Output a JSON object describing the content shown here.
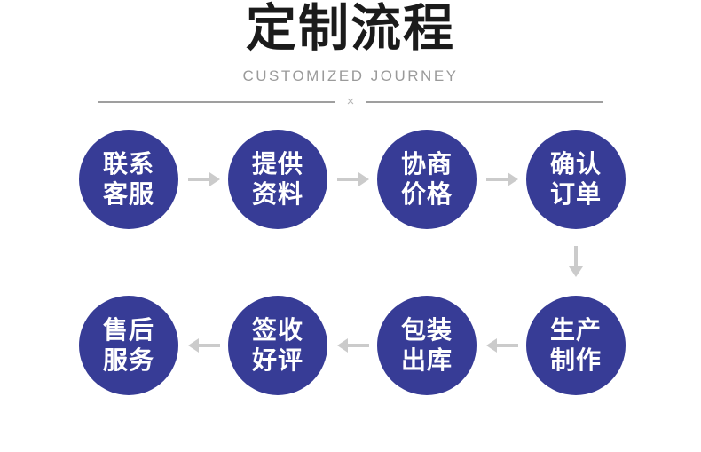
{
  "header": {
    "title": "定制流程",
    "subtitle": "CUSTOMIZED JOURNEY",
    "divider_mark": "×"
  },
  "colors": {
    "circle": "#373C96",
    "arrow": "#CBCBCB",
    "title": "#1B1B1B",
    "subtitle": "#9A9A9A",
    "divider": "#9F9F9F",
    "divider_mark": "#B5B5B5",
    "circle_text": "#FFFFFF"
  },
  "flow": {
    "top_row": [
      {
        "name": "contact-service",
        "line1": "联系",
        "line2": "客服"
      },
      {
        "name": "provide-materials",
        "line1": "提供",
        "line2": "资料"
      },
      {
        "name": "negotiate-price",
        "line1": "协商",
        "line2": "价格"
      },
      {
        "name": "confirm-order",
        "line1": "确认",
        "line2": "订单"
      }
    ],
    "bottom_row": [
      {
        "name": "after-sales-service",
        "line1": "售后",
        "line2": "服务"
      },
      {
        "name": "sign-good-review",
        "line1": "签收",
        "line2": "好评"
      },
      {
        "name": "pack-ship-out",
        "line1": "包装",
        "line2": "出库"
      },
      {
        "name": "production-making",
        "line1": "生产",
        "line2": "制作"
      }
    ]
  }
}
